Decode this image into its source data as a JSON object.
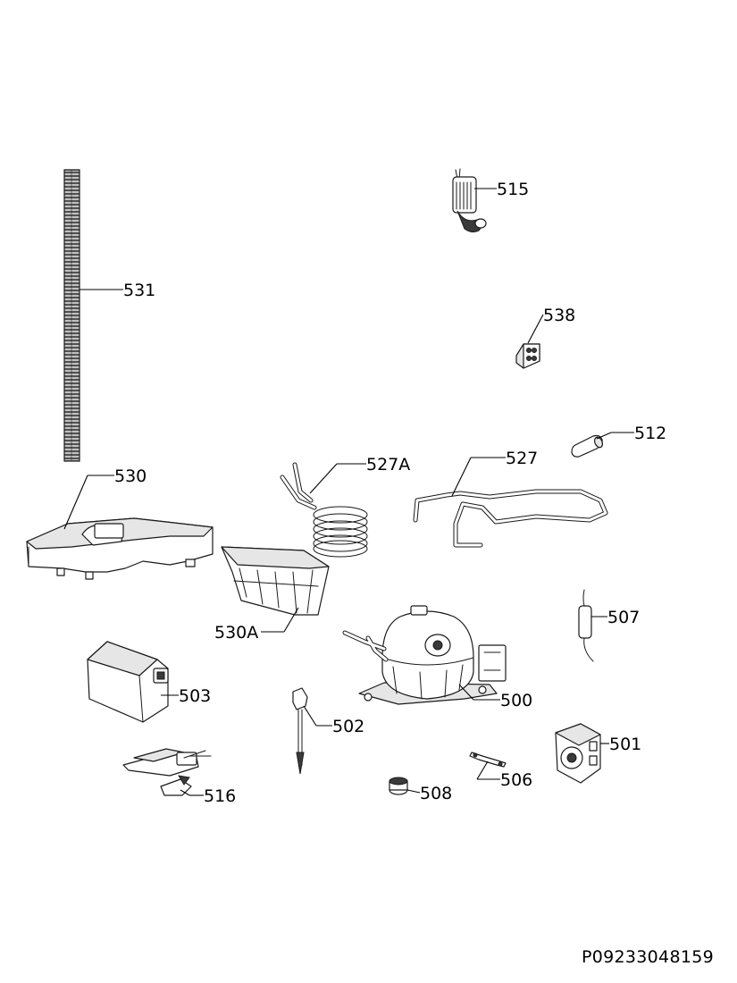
{
  "callouts": {
    "c500": "500",
    "c501": "501",
    "c502": "502",
    "c503": "503",
    "c506": "506",
    "c507": "507",
    "c508": "508",
    "c512": "512",
    "c515": "515",
    "c516": "516",
    "c527": "527",
    "c527A": "527A",
    "c530": "530",
    "c530A": "530A",
    "c531": "531",
    "c538": "538"
  },
  "reference_code": "P09233048159"
}
